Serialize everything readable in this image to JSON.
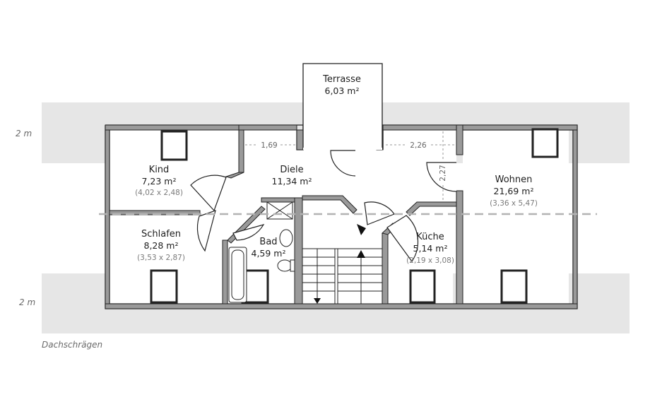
{
  "plan": {
    "slope_band_upper": "2 m",
    "slope_band_lower": "2 m",
    "caption": "Dachschrägen",
    "rooms": {
      "terrasse": {
        "name": "Terrasse",
        "area": "6,03 m²"
      },
      "kind": {
        "name": "Kind",
        "area": "7,23 m²",
        "dims": "(4,02 x 2,48)"
      },
      "diele": {
        "name": "Diele",
        "area": "11,34 m²"
      },
      "wohnen": {
        "name": "Wohnen",
        "area": "21,69 m²",
        "dims": "(3,36 x 5,47)"
      },
      "schlafen": {
        "name": "Schlafen",
        "area": "8,28 m²",
        "dims": "(3,53 x 2,87)"
      },
      "bad": {
        "name": "Bad",
        "area": "4,59 m²"
      },
      "kueche": {
        "name": "Küche",
        "area": "5,14 m²",
        "dims": "(2,19 x 3,08)"
      }
    },
    "measurements": {
      "corridor_left": "1,69",
      "corridor_right": "2,26",
      "corridor_height": "2,27"
    },
    "colors": {
      "band": "#e6e6e6",
      "wall_fill": "#9a9a9a",
      "wall_stroke": "#222222",
      "dashed_line": "#b3b3b3"
    }
  }
}
